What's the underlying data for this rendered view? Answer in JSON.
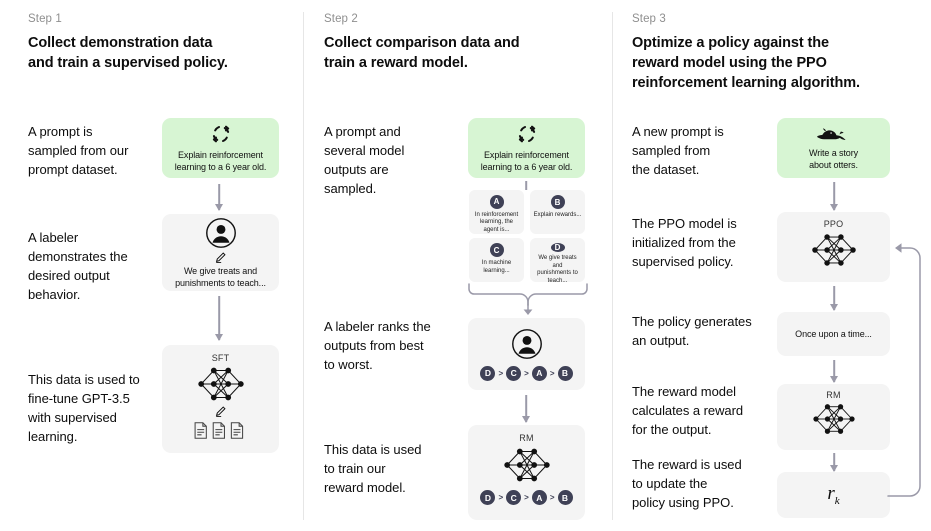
{
  "columns": [
    {
      "step_label": "Step 1",
      "title_line1": "Collect demonstration data",
      "title_line2": "and train a supervised policy.",
      "descriptions": [
        "A prompt is\nsampled from our\nprompt dataset.",
        "A labeler\ndemonstrates the\ndesired output\nbehavior.",
        "This data is used to\nfine-tune GPT-3.5\nwith supervised\nlearning."
      ],
      "cards": [
        {
          "kind": "green",
          "icon": "refresh-cycle-icon",
          "text": "Explain reinforcement\nlearning to a 6 year old."
        },
        {
          "kind": "grey",
          "icon": "person-circle-icon",
          "sub_icon": "pencil-icon",
          "text": "We give treats and\npunishments to teach..."
        },
        {
          "kind": "grey",
          "caption": "SFT",
          "icon": "neural-network-icon",
          "sub_icon": "pencil-icon",
          "extra_icon": "documents-icon"
        }
      ]
    },
    {
      "step_label": "Step 2",
      "title_line1": "Collect comparison data and",
      "title_line2": "train a reward model.",
      "descriptions": [
        "A prompt and\nseveral model\noutputs are\nsampled.",
        "A labeler ranks the\noutputs from best\nto worst.",
        "This data is used\nto train our\nreward model."
      ],
      "cards": [
        {
          "kind": "green",
          "icon": "refresh-cycle-icon",
          "text": "Explain reinforcement\nlearning to a 6 year old."
        },
        {
          "kind": "grey",
          "icon": "person-circle-icon",
          "ranking": [
            "D",
            "C",
            "A",
            "B"
          ]
        },
        {
          "kind": "grey",
          "caption": "RM",
          "icon": "neural-network-icon",
          "ranking": [
            "D",
            "C",
            "A",
            "B"
          ]
        }
      ],
      "options": [
        {
          "badge": "A",
          "text": "In reinforcement\nlearning, the\nagent is..."
        },
        {
          "badge": "B",
          "text": "Explain rewards..."
        },
        {
          "badge": "C",
          "text": "In machine\nlearning..."
        },
        {
          "badge": "D",
          "text": "We give treats and\npunishments to\nteach..."
        }
      ]
    },
    {
      "step_label": "Step 3",
      "title_line1": "Optimize a policy against the",
      "title_line2": "reward model using the PPO",
      "title_line3": "reinforcement learning algorithm.",
      "descriptions": [
        "A new prompt is\nsampled from\nthe dataset.",
        "The PPO model is\ninitialized from the\nsupervised policy.",
        "The policy generates\nan output.",
        "The reward model\ncalculates a reward\nfor the output.",
        "The reward is used\nto update the\npolicy using PPO."
      ],
      "cards": [
        {
          "kind": "green",
          "icon": "otter-icon",
          "text": "Write a story\nabout otters."
        },
        {
          "kind": "grey",
          "caption": "PPO",
          "icon": "neural-network-icon"
        },
        {
          "kind": "grey",
          "text": "Once upon a time..."
        },
        {
          "kind": "grey",
          "caption": "RM",
          "icon": "neural-network-icon"
        },
        {
          "kind": "grey",
          "text": "r_k",
          "is_math": true,
          "math_base": "r",
          "math_sub": "k"
        }
      ]
    }
  ],
  "colors": {
    "green_card": "#d7f5d3",
    "grey_card": "#f4f4f4",
    "arrow": "#9a99a8",
    "badge": "#3f4156",
    "step_label": "#8f8f8f",
    "text": "#0d0d0d",
    "divider": "#e6e6e6"
  }
}
